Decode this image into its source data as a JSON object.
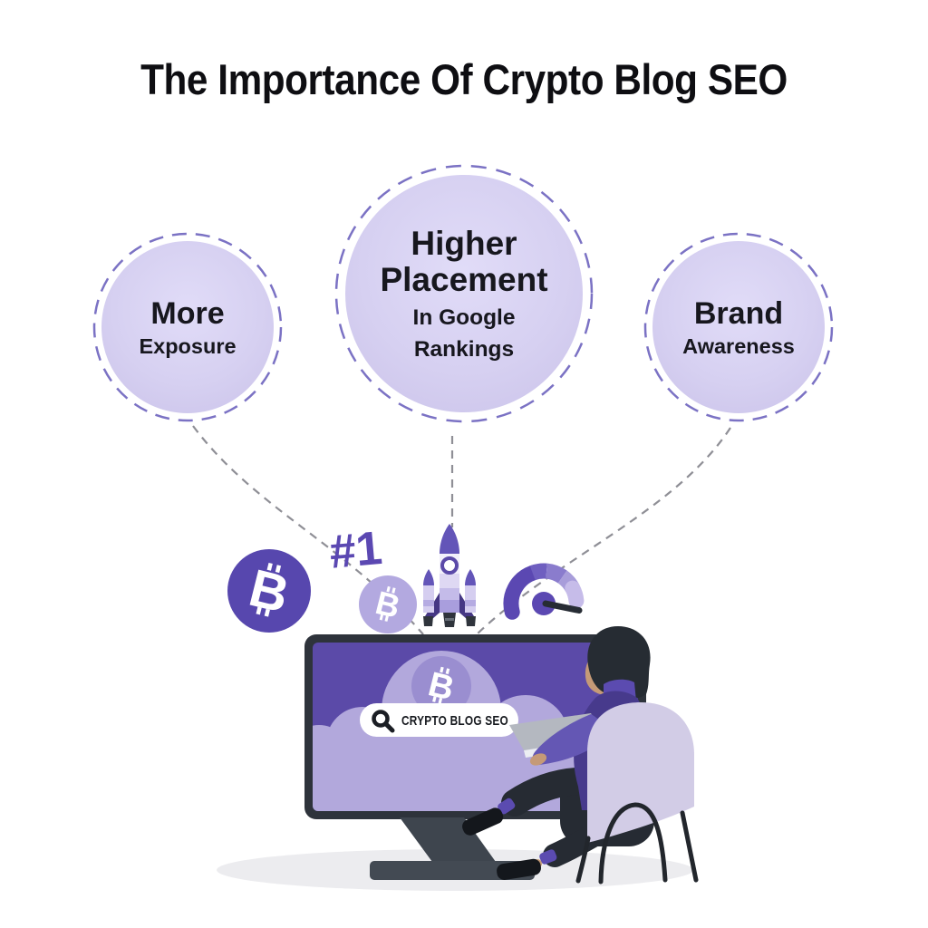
{
  "title": "The Importance Of Crypto Blog SEO",
  "bubbles": [
    {
      "heading": "More",
      "lines": [
        "Exposure"
      ]
    },
    {
      "heading": "Higher Placement",
      "lines": [
        "In Google",
        "Rankings"
      ]
    },
    {
      "heading": "Brand",
      "lines": [
        "Awareness"
      ]
    }
  ],
  "badge": {
    "rank_label": "#1"
  },
  "search_bar": {
    "text": "CRYPTO BLOG SEO"
  },
  "crypto": {
    "bitcoin_symbol": "₿",
    "bitcoin_letter": "B"
  },
  "icons": [
    "bitcoin-coin-large-icon",
    "bitcoin-coin-small-icon",
    "bitcoin-cloud-icon",
    "rocket-icon",
    "speedometer-icon",
    "search-icon",
    "rank-one-badge"
  ],
  "colors": {
    "accent_purple": "#5b48b2",
    "screen_purple": "#5b4aa8",
    "coin_purple": "#5747ae",
    "bubble_fill": "#d6d0f1",
    "bubble_ring": "#7b72c4",
    "connector_gray": "#8f8f96",
    "cloud_lavender": "#b2a8dc",
    "chair_lavender": "#d2cce6",
    "dark_charcoal": "#2e333b",
    "title_black": "#0e0e12"
  }
}
